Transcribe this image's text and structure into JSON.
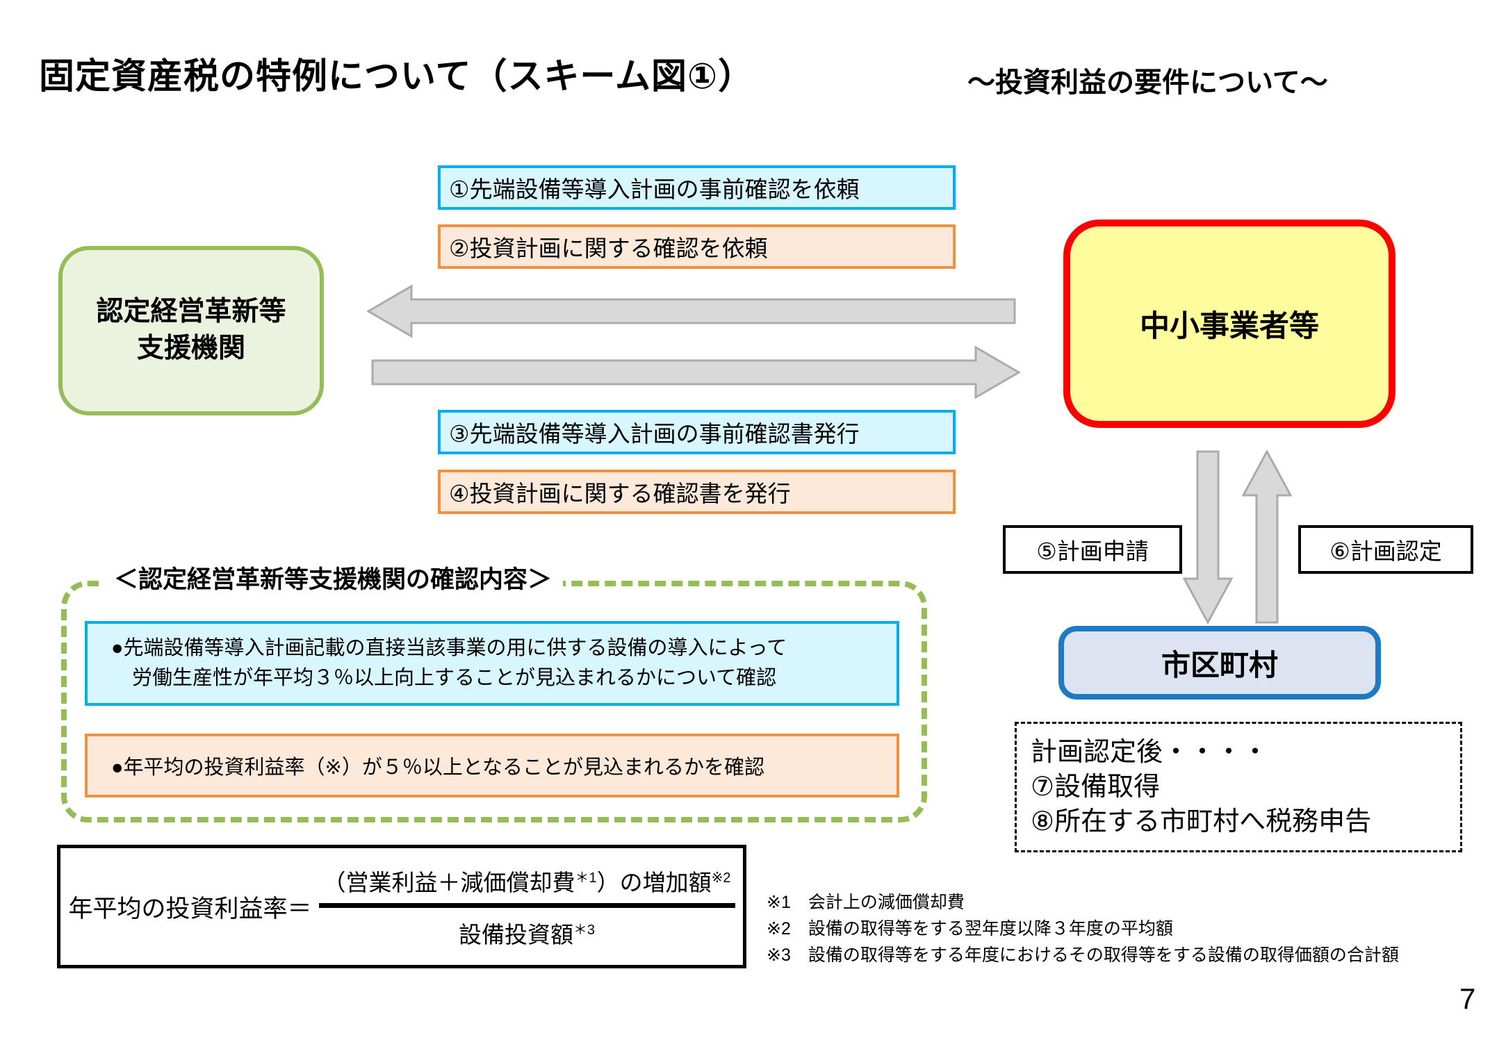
{
  "page": {
    "title": "固定資産税の特例について（スキーム図①）",
    "subtitle": "～投資利益の要件について～",
    "page_number": "7"
  },
  "entities": {
    "support_org_line1": "認定経営革新等",
    "support_org_line2": "支援機関",
    "sme": "中小事業者等",
    "municipality": "市区町村"
  },
  "flow_steps": {
    "step1": "①先端設備等導入計画の事前確認を依頼",
    "step2": "②投資計画に関する確認を依頼",
    "step3": "③先端設備等導入計画の事前確認書発行",
    "step4": "④投資計画に関する確認書を発行",
    "step5": "⑤計画申請",
    "step6": "⑥計画認定"
  },
  "after_certification": {
    "line1": "計画認定後・・・・",
    "line2": "⑦設備取得",
    "line3": "⑧所在する市町村へ税務申告"
  },
  "confirmation": {
    "heading": "＜認定経営革新等支援機関の確認内容＞",
    "item1_line1": "●先端設備等導入計画記載の直接当該事業の用に供する設備の導入によって",
    "item1_line2": "労働生産性が年平均３％以上向上することが見込まれるかについて確認",
    "item2": "●年平均の投資利益率（※）が５％以上となることが見込まれるかを確認"
  },
  "formula": {
    "lhs": "年平均の投資利益率＝",
    "numerator_part1": "（営業利益＋減価償却費",
    "numerator_sup1": "＊1",
    "numerator_part2": "）の増加額",
    "numerator_sup2": "※2",
    "denominator": "設備投資額",
    "denominator_sup": "＊3"
  },
  "notes": [
    "※1　会計上の減価償却費",
    "※2　設備の取得等をする翌年度以降３年度の平均額",
    "※3　設備の取得等をする年度におけるその取得等をする設備の取得価額の合計額"
  ],
  "colors": {
    "cyan_border": "#00AEEF",
    "cyan_fill": "#D8F6FE",
    "orange_border": "#F0913D",
    "orange_fill": "#FCE9D9",
    "green_border": "#94BD57",
    "green_fill": "#EBF2DE",
    "red_border": "#FE0000",
    "yellow_fill": "#FFFC9D",
    "blue_border": "#1F7AC4",
    "blue_fill": "#DBE4F0",
    "arrow_fill": "#D9D9D9",
    "arrow_stroke": "#ABABAB"
  }
}
